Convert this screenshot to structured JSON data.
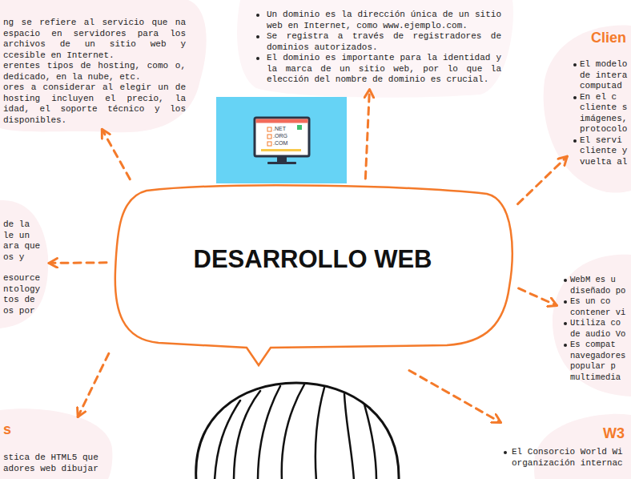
{
  "diagram": {
    "nodes": [
      {
        "text": [
          "ng se refiere al servicio que na espacio en servidores para los archivos de un sitio web y ccesible en Internet.",
          "erentes tipos de hosting, como o, dedicado, en la nube, etc.",
          "ores a considerar al elegir un de hosting incluyen el precio, la idad, el soporte técnico y los disponibles."
        ]
      },
      {
        "text": [
          "Un dominio es la dirección única de un sitio web en Internet, como www.ejemplo.com.",
          "Se registra a través de registradores de dominios autorizados.",
          "El dominio es importante para la identidad y la marca de un sitio web, por lo que la elección del nombre de dominio es crucial."
        ]
      },
      {
        "text": [
          "Clien",
          "El modelo de intera computad",
          "En el c cliente s imágenes, protocolo",
          "El servi cliente y vuelta al"
        ]
      },
      {
        "text": [
          "de la le un ara que os y",
          "esource ntology tos de os por"
        ]
      },
      {
        "text": [
          "DESARROLLO WEB"
        ]
      },
      {
        "text": [
          "WebM es u diseñado po",
          "Es un co contener vi",
          "Utiliza co de audio Vo",
          "Es compat navegadores popular p multimedia"
        ]
      },
      {
        "text": [
          "s",
          "stica de HTML5 que adores web dibujar"
        ]
      },
      {
        "text": [
          "W3",
          "El Consorcio World Wi organización internac"
        ]
      }
    ],
    "edges": [
      {
        "from": 4,
        "to": 0,
        "arrow": "to"
      },
      {
        "from": 4,
        "to": 1,
        "arrow": "to"
      },
      {
        "from": 4,
        "to": 2,
        "arrow": "to"
      },
      {
        "from": 4,
        "to": 3,
        "arrow": "to"
      },
      {
        "from": 4,
        "to": 5,
        "arrow": "to"
      },
      {
        "from": 4,
        "to": 6,
        "arrow": "to"
      },
      {
        "from": 4,
        "to": 7,
        "arrow": "to"
      }
    ],
    "labels": [
      ".NET",
      ".ORG",
      ".COM"
    ]
  }
}
